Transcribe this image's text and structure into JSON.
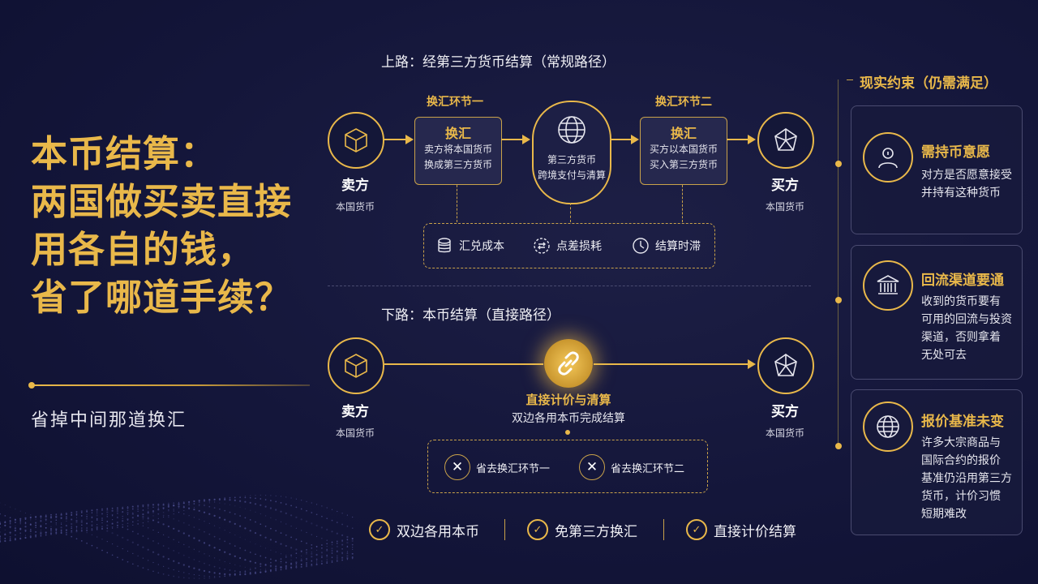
{
  "title": {
    "lines": [
      "本币结算：",
      "两国做买卖直接",
      "用各自的钱，",
      "省了哪道手续？"
    ],
    "subtitle": "省掉中间那道换汇"
  },
  "upper": {
    "heading": "上路：经第三方货币结算（常规路径）",
    "seller": {
      "label": "卖方",
      "sub": "本国货币",
      "icon": "cube-icon"
    },
    "buyer": {
      "label": "买方",
      "sub": "本国货币",
      "icon": "crystal-icon"
    },
    "stage1": {
      "label": "换汇环节一",
      "title": "换汇",
      "text": [
        "卖方将本国货币",
        "换成第三方货币"
      ]
    },
    "middle": {
      "text": [
        "第三方货币",
        "跨境支付与清算"
      ],
      "icon": "globe-icon"
    },
    "stage2": {
      "label": "换汇环节二",
      "title": "换汇",
      "text": [
        "买方以本国货币",
        "买入第三方货币"
      ]
    },
    "costs": [
      {
        "label": "汇兑成本",
        "icon": "coins-icon"
      },
      {
        "label": "点差损耗",
        "icon": "spread-icon"
      },
      {
        "label": "结算时滞",
        "icon": "clock-icon"
      }
    ]
  },
  "lower": {
    "heading": "下路：本币结算（直接路径）",
    "seller": {
      "label": "卖方",
      "sub": "本国货币",
      "icon": "cube-icon"
    },
    "buyer": {
      "label": "买方",
      "sub": "本国货币",
      "icon": "crystal-icon"
    },
    "center": {
      "title": "直接计价与清算",
      "sub": "双边各用本币完成结算",
      "icon": "link-icon"
    },
    "skipped": [
      {
        "label": "省去换汇环节一",
        "icon": "x-icon"
      },
      {
        "label": "省去换汇环节二",
        "icon": "x-icon"
      }
    ],
    "benefits": [
      "双边各用本币",
      "免第三方换汇",
      "直接计价结算"
    ]
  },
  "constraints": {
    "heading": "现实约束（仍需满足）",
    "cards": [
      {
        "title": "需持币意愿",
        "text": [
          "对方是否愿意接受",
          "并持有这种货币"
        ],
        "icon": "person-icon"
      },
      {
        "title": "回流渠道要通",
        "text": [
          "收到的货币要有",
          "可用的回流与投资",
          "渠道，否则拿着",
          "无处可去"
        ],
        "icon": "bank-icon"
      },
      {
        "title": "报价基准未变",
        "text": [
          "许多大宗商品与",
          "国际合约的报价",
          "基准仍沿用第三方",
          "货币，计价习惯",
          "短期难改"
        ],
        "icon": "globe-icon"
      }
    ]
  },
  "colors": {
    "accent": "#e9b84a",
    "background": "#14163a"
  }
}
